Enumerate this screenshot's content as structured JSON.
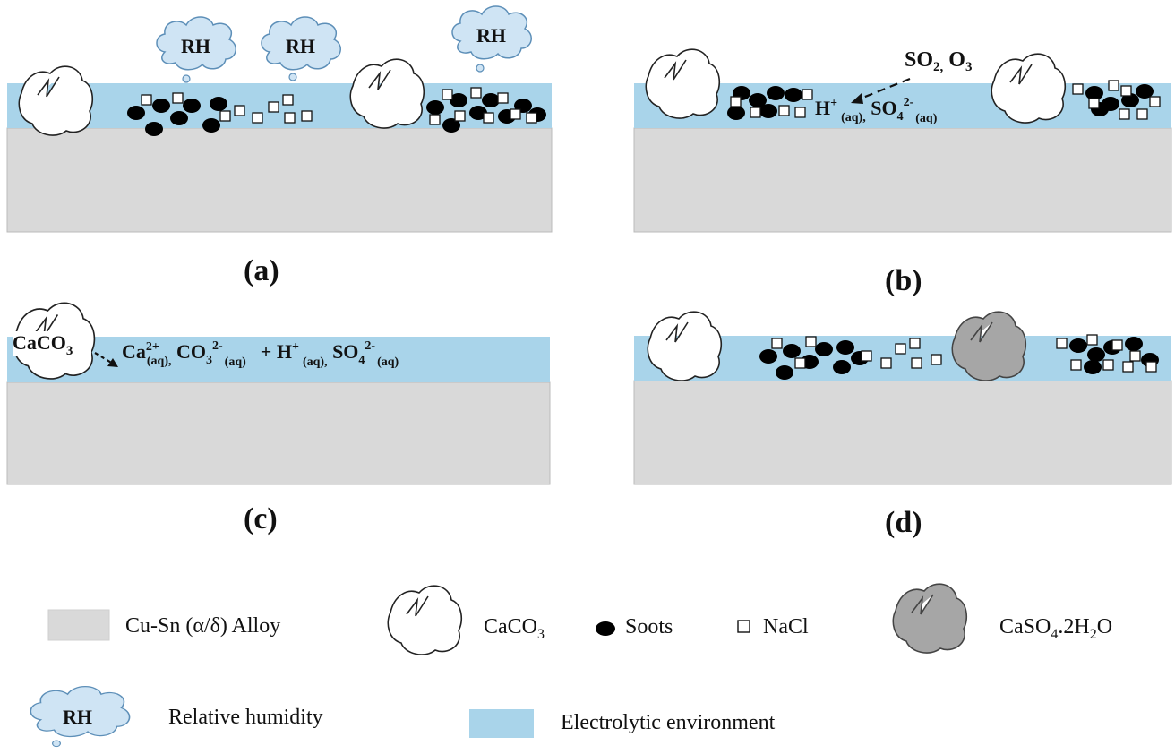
{
  "panels": {
    "a": {
      "caption": "(a)",
      "rh_label": "RH"
    },
    "b": {
      "caption": "(b)",
      "gas_main": "SO",
      "gas_sub": "2,",
      "gas_main2": " O",
      "gas_sub2": "3",
      "ion_h": "H",
      "ion_h_sup": "+",
      "ion_sub": "(aq),",
      "ion_so": " SO",
      "ion_so_sub": "4",
      "ion_so_sup": "2-",
      "ion_so_aq": "(aq)"
    },
    "c": {
      "caption": "(c)",
      "particle": "CaCO",
      "particle_sub": "3",
      "ca": "Ca",
      "ca_sup": "2+",
      "aq1": "(aq),",
      "co": " CO",
      "co_sub": "3",
      "co_sup": "2-",
      "aq2": "(aq)",
      "plus_h": "+ H",
      "h_sup": "+",
      "aq3": "(aq),",
      "so": " SO",
      "so_sub": "4",
      "so_sup": "2-",
      "aq4": "(aq)"
    },
    "d": {
      "caption": "(d)"
    }
  },
  "legend": {
    "alloy": "Cu-Sn  (α/δ) Alloy",
    "caco3": "CaCO",
    "caco3_sub": "3",
    "soots": "Soots",
    "nacl": "NaCl",
    "caso4": "CaSO",
    "caso4_sub1": "4",
    "caso4_mid": ".2H",
    "caso4_sub2": "2",
    "caso4_end": "O",
    "rh": "RH",
    "rh_label": "Relative humidity",
    "electrolyte": "Electrolytic environment"
  },
  "colors": {
    "alloy": "#d9d9d9",
    "electrolyte": "#a9d4ea",
    "cloud": "#cfe4f4",
    "cloud_stroke": "#5d8fb8",
    "soot": "#000000",
    "caso4": "#a6a6a6"
  }
}
